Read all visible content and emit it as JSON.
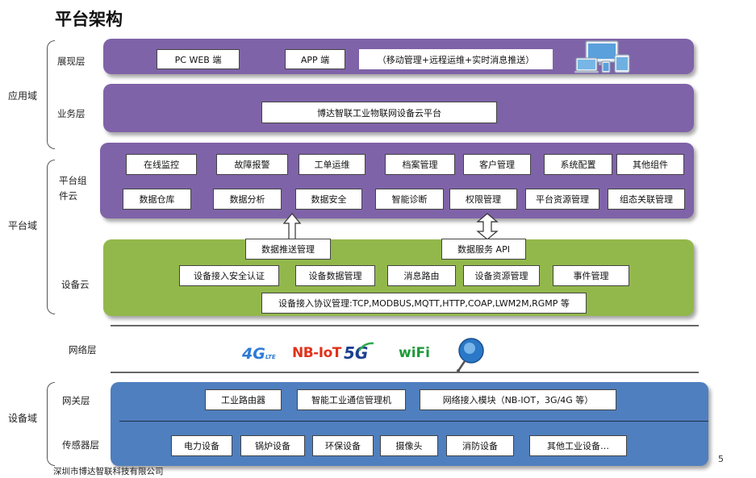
{
  "title": "平台架构",
  "domains": {
    "app": "应用域",
    "platform": "平台域",
    "device": "设备域"
  },
  "layers": {
    "presentation": "展现层",
    "business": "业务层",
    "platform_components_1": "平台组",
    "platform_components_2": "件云",
    "device_cloud": "设备云",
    "network": "网络层",
    "gateway": "网关层",
    "sensor": "传感器层"
  },
  "presentation": {
    "items": [
      "PC WEB 端",
      "APP 端",
      "（移动管理+远程运维+实时消息推送）"
    ]
  },
  "business": {
    "item": "博达智联工业物联网设备云平台"
  },
  "components": {
    "row1": [
      "在线监控",
      "故障报警",
      "工单运维",
      "档案管理",
      "客户管理",
      "系统配置",
      "其他组件"
    ],
    "row2": [
      "数据仓库",
      "数据分析",
      "数据安全",
      "智能诊断",
      "权限管理",
      "平台资源管理",
      "组态关联管理"
    ]
  },
  "interfaces": {
    "push": "数据推送管理",
    "api": "数据服务 API"
  },
  "device_cloud": {
    "row1": [
      "设备接入安全认证",
      "设备数据管理",
      "消息路由",
      "设备资源管理",
      "事件管理"
    ],
    "protocol": "设备接入协议管理:TCP,MODBUS,MQTT,HTTP,COAP,LWM2M,RGMP 等"
  },
  "network_logos": [
    "4G",
    "LTE",
    "NB-IoT",
    "5G",
    "wiFi"
  ],
  "gateway": {
    "items": [
      "工业路由器",
      "智能工业通信管理机",
      "网络接入模块（NB-IOT，3G/4G 等）"
    ]
  },
  "sensors": {
    "items": [
      "电力设备",
      "锅炉设备",
      "环保设备",
      "摄像头",
      "消防设备",
      "其他工业设备…"
    ]
  },
  "footer": "深圳市博达智联科技有限公司",
  "page_number": "5",
  "colors": {
    "purple": "#7f63a8",
    "green": "#92b84c",
    "blue": "#4f7fbf",
    "logo_4g": "#2e7bd6",
    "logo_nbiot": "#e0321c",
    "logo_5g": "#1b3f8f",
    "logo_wifi": "#1e9a3a"
  }
}
